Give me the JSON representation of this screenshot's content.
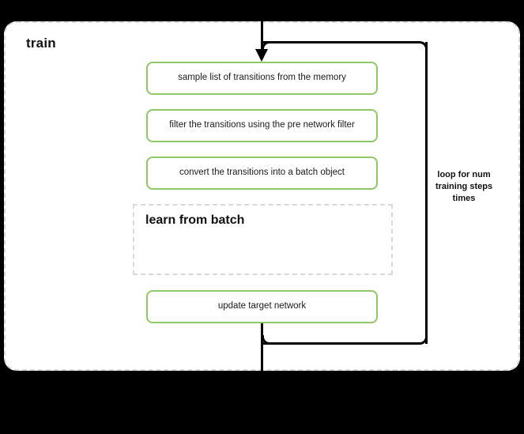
{
  "diagram": {
    "type": "flowchart",
    "container": {
      "title": "train",
      "border_style": "dashed",
      "border_color": "#d9d9d9",
      "background": "#ffffff"
    },
    "accent_color": "#8fc869",
    "line_color": "#000000",
    "steps": [
      {
        "id": "step-0",
        "label": "sample list of transitions from the memory"
      },
      {
        "id": "step-1",
        "label": "filter the transitions using the pre network filter"
      },
      {
        "id": "step-2",
        "label": "convert the transitions into a batch object"
      },
      {
        "id": "step-3",
        "label": "update target network"
      }
    ],
    "subgroup": {
      "title": "learn from batch",
      "border_style": "dashed",
      "border_color": "#d9d9d9"
    },
    "loop": {
      "caption": "loop for num training steps times",
      "caption_line_1": "loop for num",
      "caption_line_2": "training steps",
      "caption_line_3": "times"
    },
    "connectors": {
      "entry_arrow": "arrow-down-icon",
      "loop_back_edge": "loop-back-edge"
    }
  }
}
